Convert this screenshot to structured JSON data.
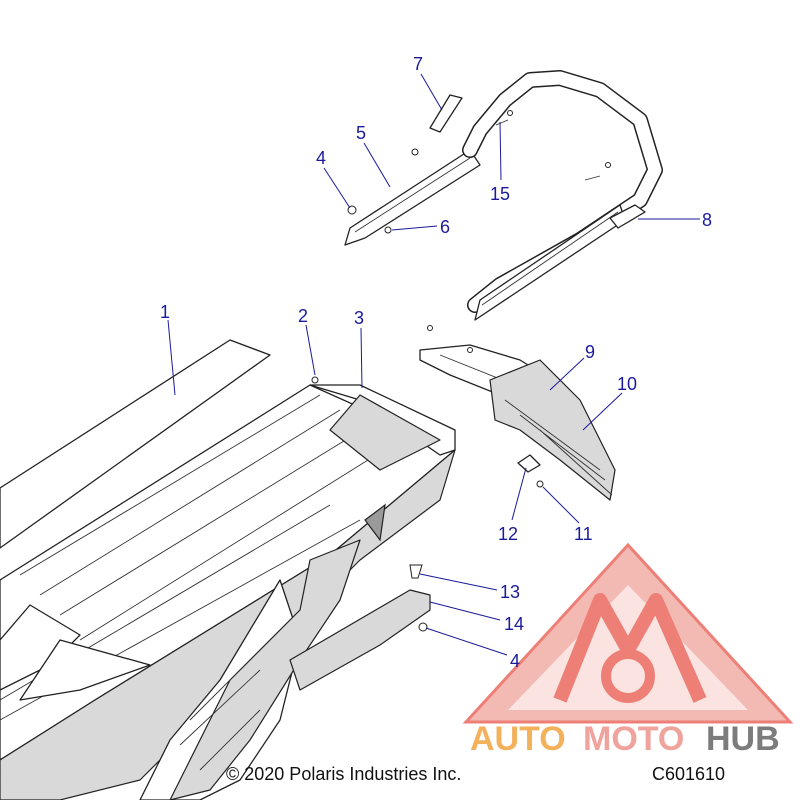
{
  "callouts": [
    {
      "id": "c1",
      "label": "1"
    },
    {
      "id": "c2",
      "label": "2"
    },
    {
      "id": "c3",
      "label": "3"
    },
    {
      "id": "c4a",
      "label": "4"
    },
    {
      "id": "c5",
      "label": "5"
    },
    {
      "id": "c6",
      "label": "6"
    },
    {
      "id": "c7",
      "label": "7"
    },
    {
      "id": "c8",
      "label": "8"
    },
    {
      "id": "c9",
      "label": "9"
    },
    {
      "id": "c10",
      "label": "10"
    },
    {
      "id": "c11",
      "label": "11"
    },
    {
      "id": "c12",
      "label": "12"
    },
    {
      "id": "c13",
      "label": "13"
    },
    {
      "id": "c14",
      "label": "14"
    },
    {
      "id": "c15",
      "label": "15"
    },
    {
      "id": "c4b",
      "label": "4"
    }
  ],
  "footer": {
    "copyright": "© 2020 Polaris Industries Inc.",
    "drawing_code": "C601610"
  },
  "watermark": {
    "word_auto": "AUTO",
    "word_moto": "MOTO",
    "word_hub": "HUB"
  },
  "colors": {
    "callout_text": "#1a1a9a",
    "leader": "#1a1a9a",
    "logo_red": "#e8554a",
    "logo_orange": "#f4b15c",
    "logo_gray": "#7c7c7c"
  }
}
